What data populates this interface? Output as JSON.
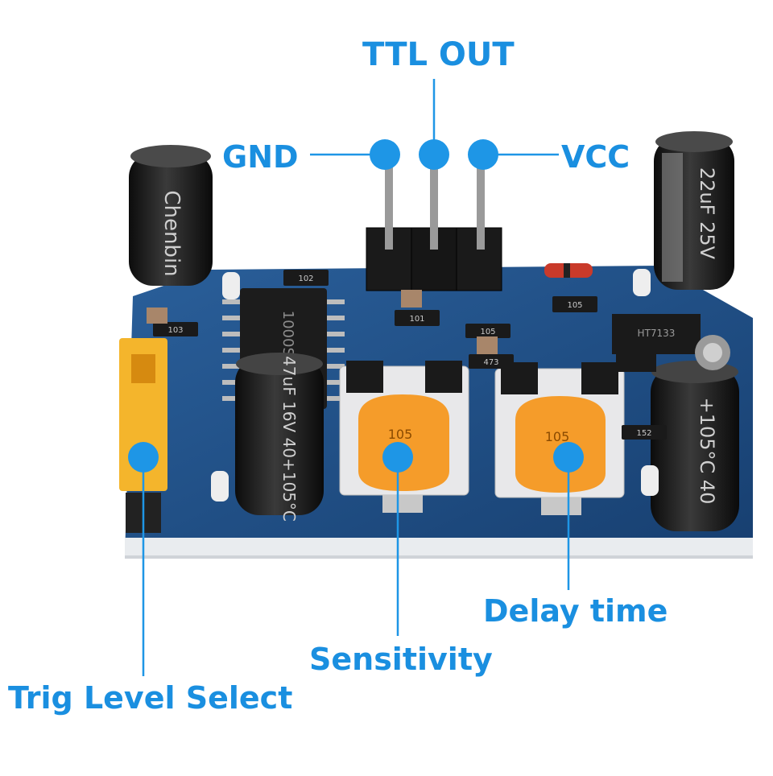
{
  "labels": {
    "ttl_out": "TTL OUT",
    "gnd": "GND",
    "vcc": "VCC",
    "delay_time": "Delay time",
    "sensitivity": "Sensitivity",
    "trig_level_select": "Trig Level Select"
  },
  "components": {
    "cap_left_brand": "Chenbin",
    "cap_right_marking": "22uF 25V",
    "cap_center_marking": "47uF 16V 40+105°C",
    "cap_bottom_right_marking": "+105°C 40",
    "pot_sensitivity_code": "105",
    "pot_delay_code": "105",
    "ic_marking": "1000SS",
    "regulator_marking": "HT7133",
    "resistor_codes": [
      "102",
      "101",
      "105",
      "105",
      "473",
      "103",
      "152"
    ]
  },
  "colors": {
    "label": "#1a8fe0",
    "callout_dot": "#1e96e6",
    "pcb": "#1f4f86",
    "pot_body": "#f59c2a",
    "jumper": "#f4b52c"
  }
}
